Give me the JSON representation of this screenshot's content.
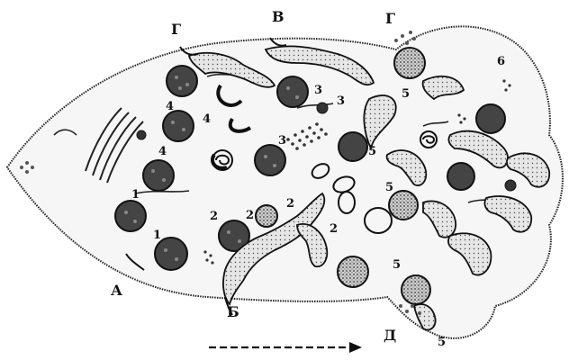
{
  "labels": {
    "a": "А",
    "b": "Б",
    "v": "В",
    "g_left": "Г",
    "g_right": "Г",
    "d": "Д"
  },
  "stage_numbers": {
    "n1a": "1",
    "n1b": "1",
    "n2a": "2",
    "n2b": "2",
    "n2c": "2",
    "n2d": "2",
    "n3a": "3",
    "n3b": "3",
    "n3c": "3",
    "n4a": "4",
    "n4b": "4",
    "n4c": "4",
    "n5a": "5",
    "n5b": "5",
    "n5c": "5",
    "n5d": "5",
    "n5e": "5",
    "n6": "6"
  }
}
